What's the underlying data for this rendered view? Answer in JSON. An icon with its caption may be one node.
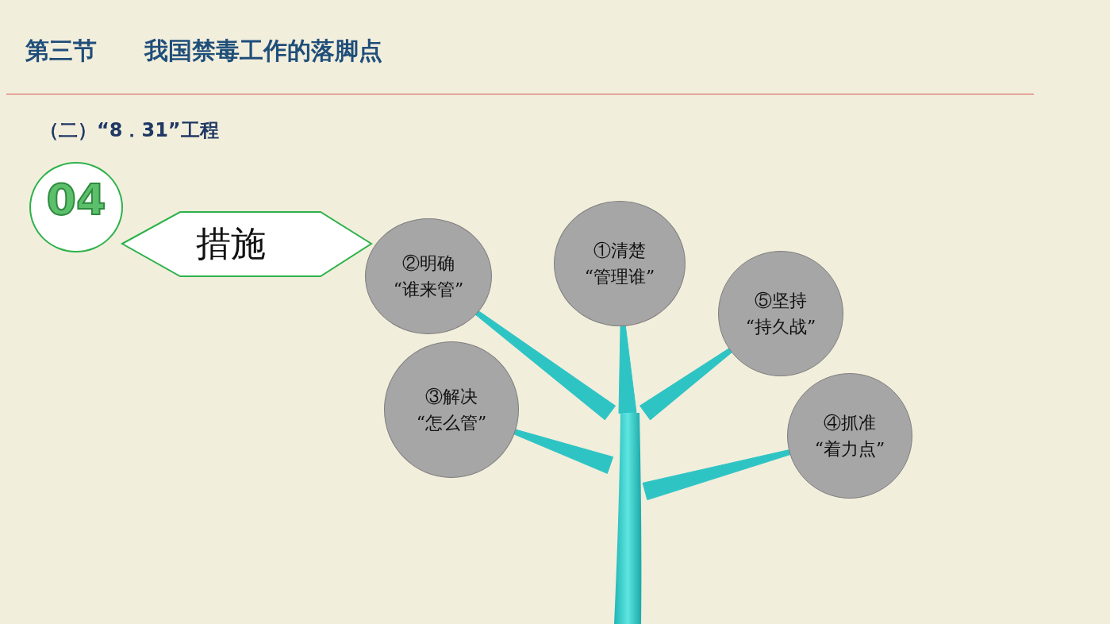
{
  "diagram": {
    "title": "第三节 我国禁毒工作的落脚点",
    "nodes": [
      {
        "text": [
          "04"
        ]
      },
      {
        "text": [
          "措施"
        ]
      },
      {
        "text": [
          "②明确 “谁来管”"
        ]
      },
      {
        "text": [
          "①清楚 “管理谁”"
        ]
      },
      {
        "text": [
          "⑤坚持 “持久战”"
        ]
      },
      {
        "text": [
          "③解决 “怎么管”"
        ]
      },
      {
        "text": [
          "④抓准 “着力点”"
        ]
      },
      {
        "text": [],
        "shape": "trunk"
      }
    ],
    "edges": [
      {
        "from": 7,
        "to": 2,
        "arrow": "none"
      },
      {
        "from": 7,
        "to": 3,
        "arrow": "none"
      },
      {
        "from": 7,
        "to": 4,
        "arrow": "none"
      },
      {
        "from": 7,
        "to": 5,
        "arrow": "none"
      },
      {
        "from": 7,
        "to": 6,
        "arrow": "none"
      }
    ],
    "labels": [
      "（二）“8．31”工程"
    ]
  }
}
